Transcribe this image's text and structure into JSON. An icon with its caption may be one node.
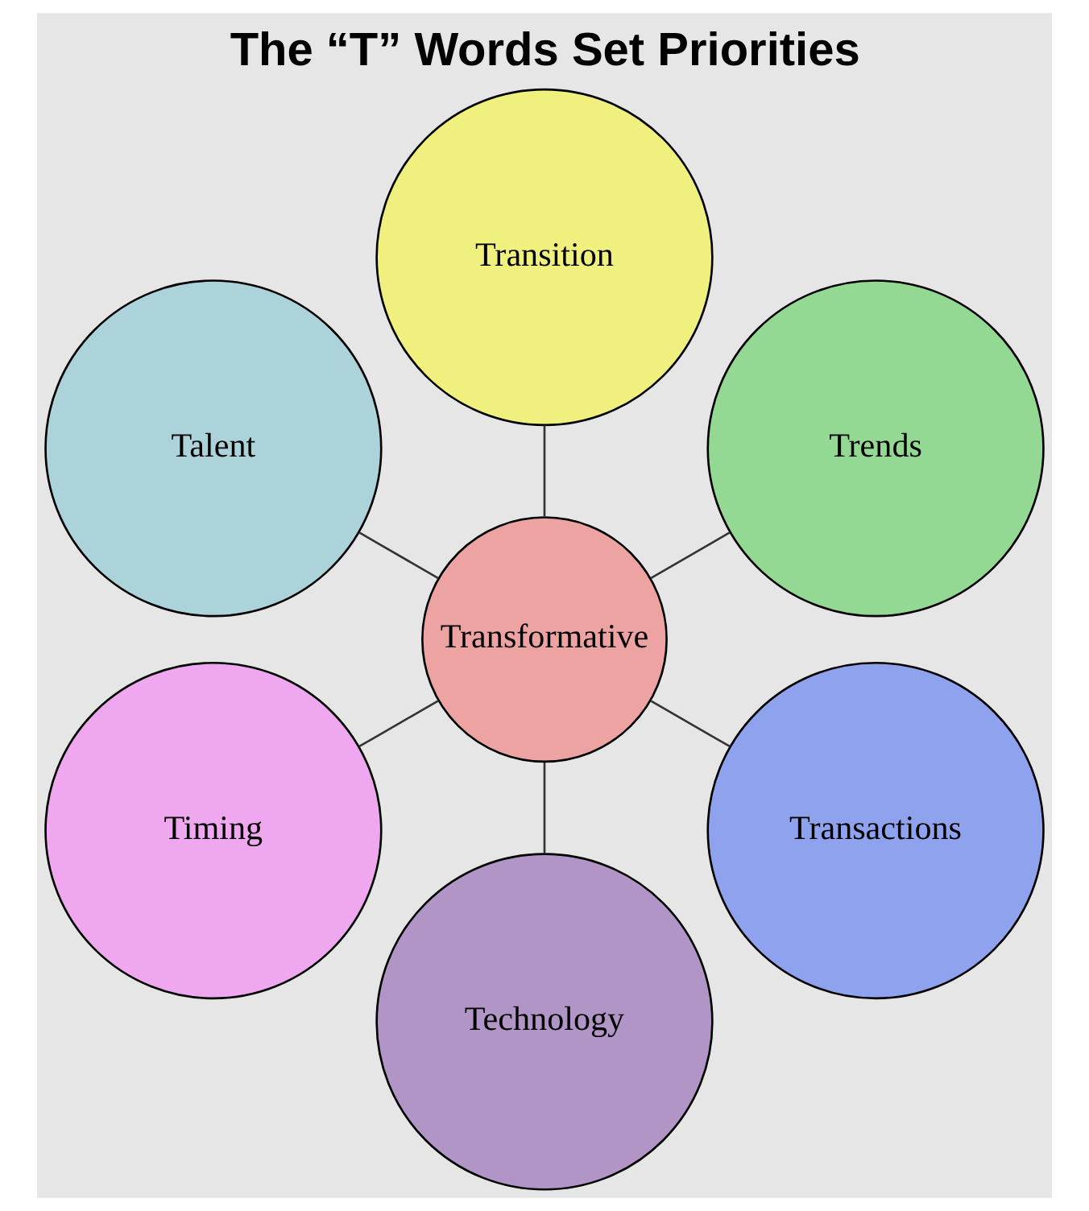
{
  "diagram": {
    "title": "The “T” Words Set Priorities",
    "nodes": [
      {
        "text": [
          "Trends"
        ]
      },
      {
        "text": [
          "Transition"
        ]
      },
      {
        "text": [
          "Talent"
        ]
      },
      {
        "text": [
          "Transformative"
        ]
      },
      {
        "text": [
          "Timing"
        ]
      },
      {
        "text": [
          "Technology"
        ]
      },
      {
        "text": [
          "Transactions"
        ]
      }
    ],
    "edges": [
      {
        "from": 3,
        "to": 0,
        "arrow": "none"
      },
      {
        "from": 3,
        "to": 1,
        "arrow": "none"
      },
      {
        "from": 3,
        "to": 2,
        "arrow": "none"
      },
      {
        "from": 3,
        "to": 4,
        "arrow": "none"
      },
      {
        "from": 3,
        "to": 5,
        "arrow": "none"
      },
      {
        "from": 3,
        "to": 6,
        "arrow": "none"
      }
    ]
  }
}
